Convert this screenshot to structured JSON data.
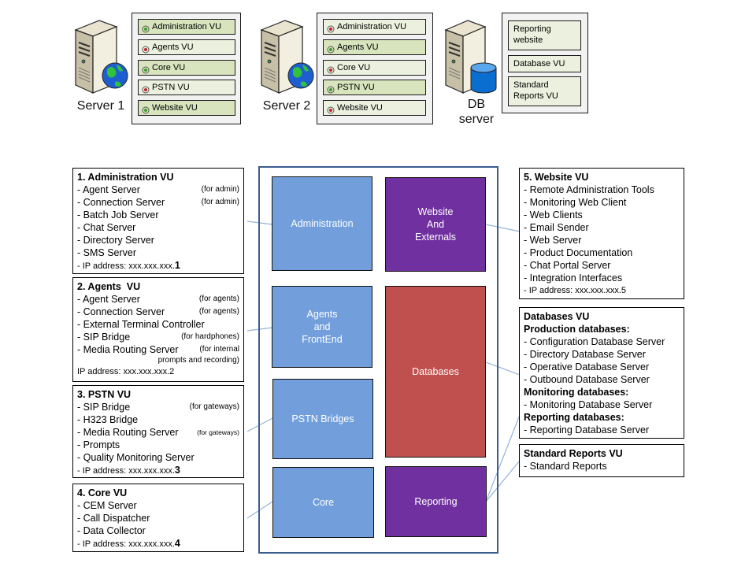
{
  "colors": {
    "tile_blue": "#729fdc",
    "tile_purple": "#7030a0",
    "tile_red": "#c0504d",
    "connector": "#95b3d7",
    "vu_active": "#d7e4bd",
    "vu_inactive": "#ebf1de",
    "status_on": "#3a9a2a",
    "status_off": "#c0202a"
  },
  "servers": [
    {
      "label": "Server 1",
      "icon": "web-server-globe-icon",
      "vus": [
        {
          "label": "Administration VU",
          "status": "active"
        },
        {
          "label": "Agents VU",
          "status": "inactive"
        },
        {
          "label": "Core VU",
          "status": "active"
        },
        {
          "label": "PSTN VU",
          "status": "inactive"
        },
        {
          "label": "Website VU",
          "status": "active"
        }
      ]
    },
    {
      "label": "Server 2",
      "icon": "web-server-globe-icon",
      "vus": [
        {
          "label": "Administration VU",
          "status": "inactive"
        },
        {
          "label": "Agents VU",
          "status": "active"
        },
        {
          "label": "Core VU",
          "status": "inactive"
        },
        {
          "label": "PSTN VU",
          "status": "active"
        },
        {
          "label": "Website VU",
          "status": "inactive"
        }
      ]
    },
    {
      "label_line1": "DB",
      "label_line2": "server",
      "icon": "database-server-icon",
      "vus": [
        {
          "label": "Reporting website"
        },
        {
          "label": "Database VU"
        },
        {
          "label": "Standard Reports VU"
        }
      ]
    }
  ],
  "tiles": {
    "administration": "Administration",
    "website": "Website\nAnd\nExternals",
    "agents": "Agents\nand\nFrontEnd",
    "databases": "Databases",
    "pstn": "PSTN Bridges",
    "core": "Core",
    "reporting": "Reporting"
  },
  "boxes": {
    "admin": {
      "title": "1. Administration VU",
      "rows": [
        {
          "text": "- Agent Server",
          "note": "(for admin)"
        },
        {
          "text": "- Connection Server",
          "note": "(for admin)"
        },
        {
          "text": "- Batch Job Server"
        },
        {
          "text": "- Chat Server"
        },
        {
          "text": "- Directory Server"
        },
        {
          "text": "- SMS Server"
        }
      ],
      "ip_prefix": "- IP address: xxx.xxx.xxx.",
      "ip_suffix": "1"
    },
    "agents": {
      "title": "2. Agents  VU",
      "rows": [
        {
          "text": "- Agent Server",
          "note": "(for agents)"
        },
        {
          "text": "- Connection Server",
          "note": "(for agents)"
        },
        {
          "text": "- External Terminal Controller"
        },
        {
          "text": "- SIP Bridge",
          "note": "(for hardphones)"
        },
        {
          "text": "- Media Routing Server",
          "note": "(for internal"
        }
      ],
      "note_cont": "prompts and recording)",
      "ip": "IP address: xxx.xxx.xxx.2"
    },
    "pstn": {
      "title": "3. PSTN VU",
      "rows": [
        {
          "text": "- SIP Bridge",
          "note": "(for gateways)"
        },
        {
          "text": "- H323 Bridge"
        },
        {
          "text": "- Media Routing Server",
          "note": "(for gateways)"
        },
        {
          "text": "- Prompts"
        },
        {
          "text": "- Quality Monitoring Server"
        }
      ],
      "ip_prefix": "- IP address: xxx.xxx.xxx.",
      "ip_suffix": "3"
    },
    "core": {
      "title": "4. Core VU",
      "rows": [
        {
          "text": "- CEM Server"
        },
        {
          "text": "- Call Dispatcher"
        },
        {
          "text": "- Data Collector"
        }
      ],
      "ip_prefix": "- IP address: xxx.xxx.xxx.",
      "ip_suffix": "4"
    },
    "website": {
      "title": "5. Website VU",
      "rows": [
        "- Remote Administration Tools",
        "- Monitoring Web Client",
        "- Web Clients",
        "- Email Sender",
        "- Web Server",
        "- Product Documentation",
        "- Chat Portal Server",
        "- Integration Interfaces",
        "- IP address: xxx.xxx.xxx.5"
      ]
    },
    "databases": {
      "title": "Databases VU",
      "production_heading": "Production databases:",
      "production": [
        "- Configuration Database Server",
        "- Directory Database Server",
        "- Operative Database Server",
        "- Outbound Database Server"
      ],
      "monitoring_heading": "Monitoring databases:",
      "monitoring": [
        "- Monitoring Database Server"
      ],
      "reporting_heading": "Reporting databases:",
      "reporting": [
        "- Reporting Database Server"
      ]
    },
    "reports": {
      "title": "Standard Reports VU",
      "rows": [
        "- Standard Reports"
      ]
    }
  }
}
